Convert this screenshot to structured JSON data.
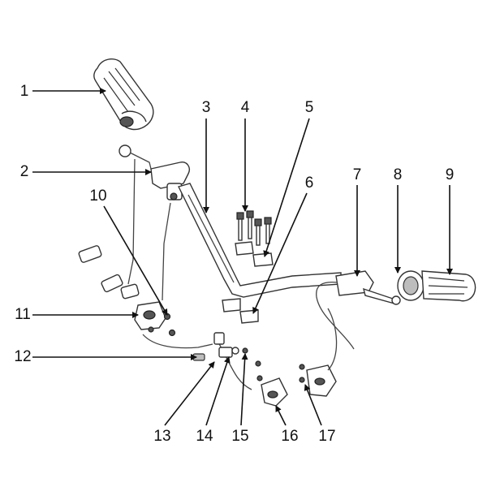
{
  "callouts": [
    {
      "number": "1"
    },
    {
      "number": "2"
    },
    {
      "number": "3"
    },
    {
      "number": "4"
    },
    {
      "number": "5"
    },
    {
      "number": "6"
    },
    {
      "number": "7"
    },
    {
      "number": "8"
    },
    {
      "number": "9"
    },
    {
      "number": "10"
    },
    {
      "number": "11"
    },
    {
      "number": "12"
    },
    {
      "number": "13"
    },
    {
      "number": "14"
    },
    {
      "number": "15"
    },
    {
      "number": "16"
    },
    {
      "number": "17"
    }
  ],
  "colors": {
    "line": "#111111",
    "part_stroke": "#333333",
    "shade_dark": "#555555",
    "shade_light": "#bdbdbd"
  }
}
